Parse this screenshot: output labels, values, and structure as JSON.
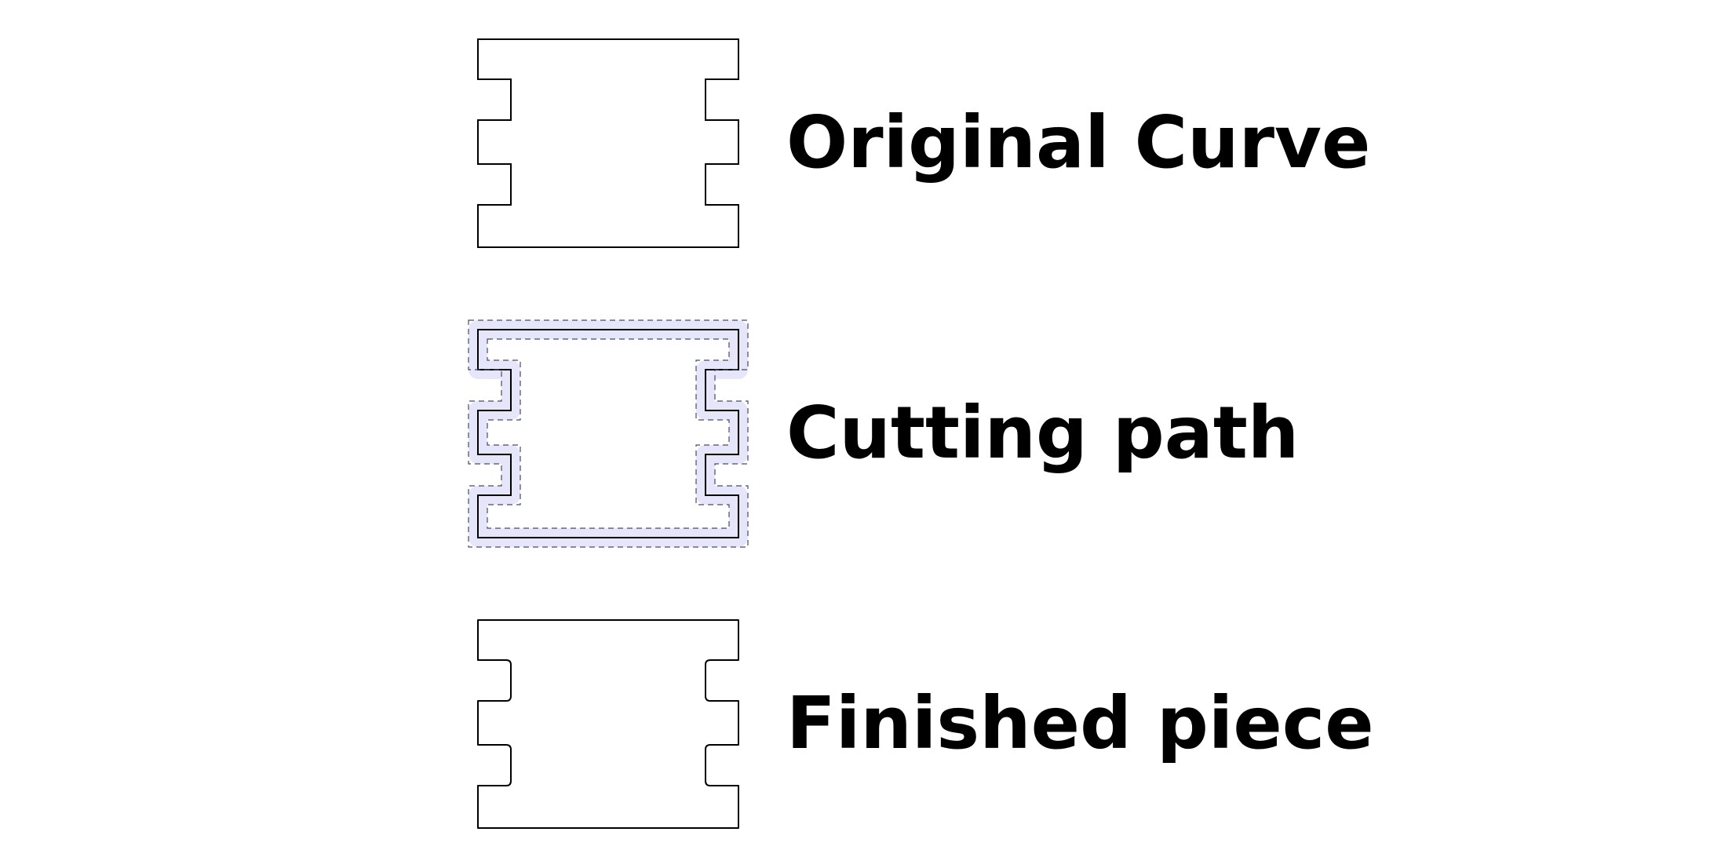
{
  "labels": {
    "original": "Original Curve",
    "cutting": "Cutting path",
    "finished": "Finished piece"
  },
  "colors": {
    "outline": "#000000",
    "kerf_fill": "#e6e6fa",
    "kerf_stroke": "#4a4a6a",
    "label": "#000000",
    "background": "#ffffff"
  }
}
